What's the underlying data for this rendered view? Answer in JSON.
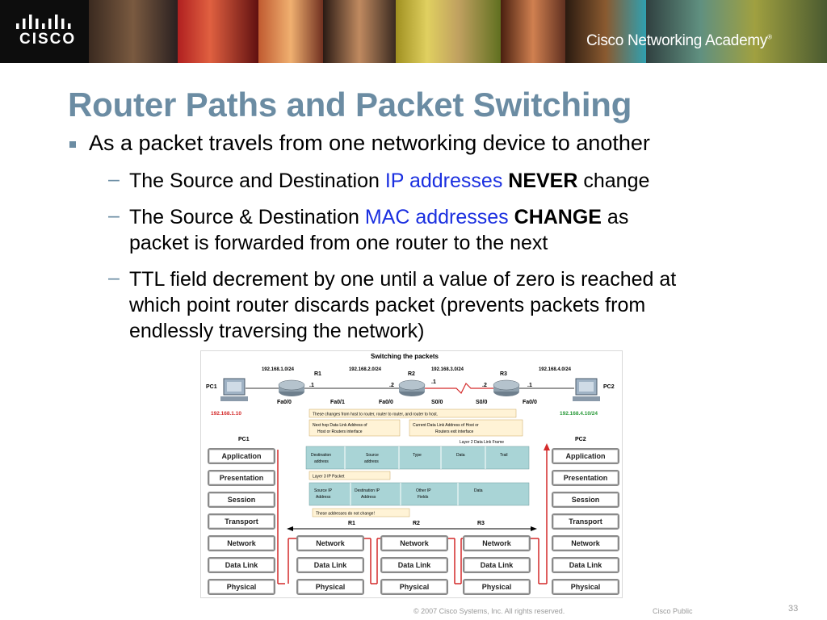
{
  "header": {
    "logo_text": "CISCO",
    "academy_text": "Cisco Networking Academy",
    "academy_mark": "®"
  },
  "slide": {
    "title": "Router Paths and Packet Switching",
    "bullet1": "As a packet travels from one networking device to another",
    "sub1": {
      "a": "The Source and Destination ",
      "b": "IP addresses",
      "c": "NEVER",
      "d": " change"
    },
    "sub2": {
      "a": "The Source & Destination ",
      "b": "MAC addresses",
      "c": "CHANGE",
      "d": " as",
      "e": "packet is forwarded from one router to the next"
    },
    "sub3": {
      "l1": "TTL field decrement by one until a value of zero is reached at",
      "l2": "which point router discards packet (prevents packets from",
      "l3": "endlessly traversing the network)"
    }
  },
  "diagram": {
    "title": "Switching the packets",
    "networks": [
      "192.168.1.0/24",
      "192.168.2.0/24",
      "192.168.3.0/24",
      "192.168.4.0/24"
    ],
    "routers": [
      "R1",
      "R2",
      "R3"
    ],
    "pcs": [
      "PC1",
      "PC2"
    ],
    "pc1_ip": "192.168.1.10",
    "pc2_ip": "192.168.4.10/24",
    "host_ids": [
      ".1",
      ".2",
      ".1",
      ".2",
      ".1"
    ],
    "interfaces": [
      "Fa0/0",
      "Fa0/1",
      "Fa0/0",
      "S0/0",
      "S0/0",
      "Fa0/0"
    ],
    "note_changes": "These changes from host to router, router to router, and router to host.",
    "note_next_hop_1": "Next hop Data Link Address of",
    "note_next_hop_2": "Host or Routers interface",
    "note_current_1": "Current Data Link Address of Host or",
    "note_current_2": "Routers exit interface",
    "l2_frame": "Layer 2 Data Link Frame",
    "l2_fields": [
      {
        "l1": "Destination",
        "l2": "address"
      },
      {
        "l1": "Source",
        "l2": "address"
      },
      {
        "l1": "Type",
        "l2": ""
      },
      {
        "l1": "Data",
        "l2": ""
      },
      {
        "l1": "Trail",
        "l2": ""
      }
    ],
    "l3_packet": "Layer 3 IP Packet",
    "l3_fields": [
      {
        "l1": "Source IP",
        "l2": "Address"
      },
      {
        "l1": "Destination IP",
        "l2": "Address"
      },
      {
        "l1": "Other IP",
        "l2": "Fields"
      },
      {
        "l1": "Data",
        "l2": ""
      }
    ],
    "note_no_change": "These addresses do not change!",
    "layers": [
      "Application",
      "Presentation",
      "Session",
      "Transport",
      "Network",
      "Data Link",
      "Physical"
    ],
    "router_layers": [
      "Network",
      "Data Link",
      "Physical"
    ],
    "colors": {
      "field_fill": "#a9d4d6",
      "red": "#d42a2a",
      "note_fill": "#fff3d6",
      "layer_border": "#8a8a8a"
    }
  },
  "footer": {
    "copyright": "© 2007 Cisco Systems, Inc. All rights reserved.",
    "classification": "Cisco Public",
    "page": "33"
  }
}
